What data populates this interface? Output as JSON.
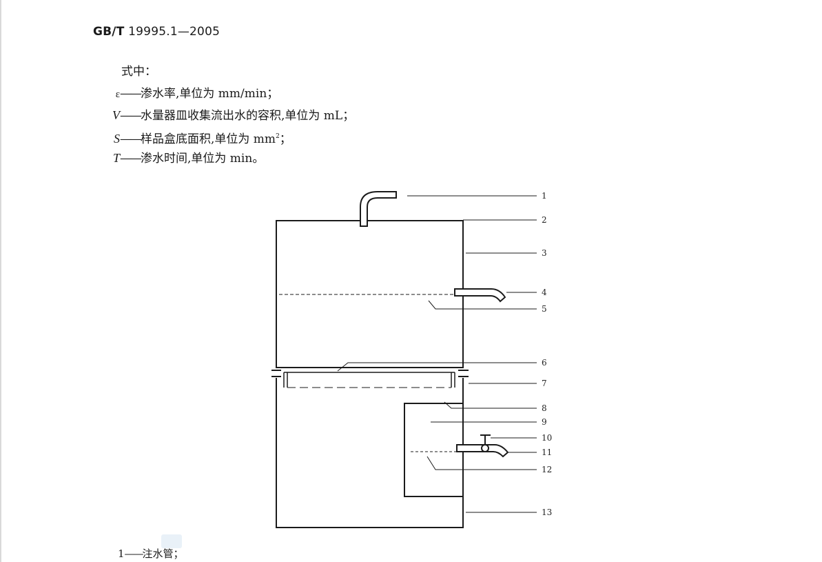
{
  "header": {
    "code": "GB/T",
    "number": "19995.1—2005"
  },
  "formula_intro": "式中：",
  "definitions": [
    {
      "symbol": "ε",
      "dash": "——",
      "text": "渗水率,单位为 mm/min；"
    },
    {
      "symbol": "V",
      "dash": "——",
      "text": "水量器皿收集流出水的容积,单位为 mL；"
    },
    {
      "symbol": "S",
      "dash": "——",
      "text": "样品盒底面积,单位为 mm",
      "sup": "2",
      "tail": "；"
    },
    {
      "symbol": "T",
      "dash": "——",
      "text": "渗水时间,单位为 min。"
    }
  ],
  "figure": {
    "callouts": [
      "1",
      "2",
      "3",
      "4",
      "5",
      "6",
      "7",
      "8",
      "9",
      "10",
      "11",
      "12",
      "13"
    ]
  },
  "legend": [
    {
      "num": "1",
      "dash": "——",
      "text": "注水管；"
    }
  ],
  "colors": {
    "ink": "#1a1a1a",
    "stamp": "#e3eef6"
  }
}
